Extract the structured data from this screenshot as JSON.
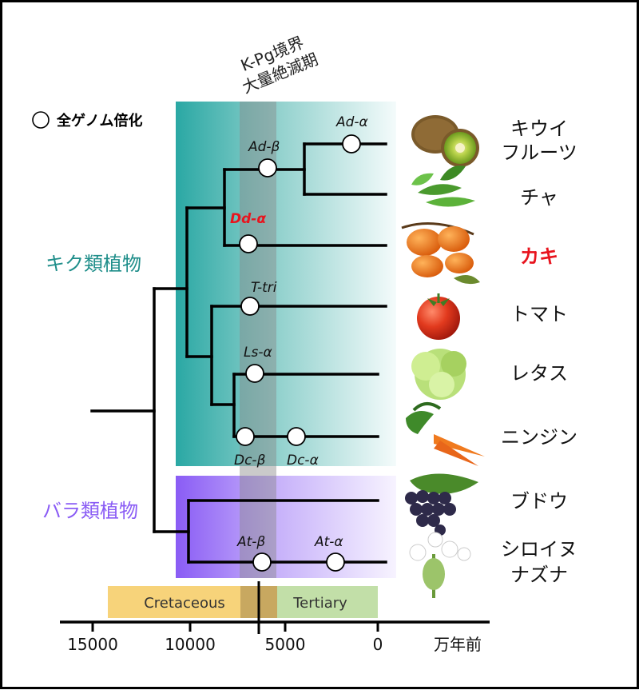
{
  "legend": {
    "label": "全ゲノム倍化"
  },
  "kpg": {
    "line1": "K-Pg境界",
    "line2": "大量絶滅期"
  },
  "clades": {
    "asterids": "キク類植物",
    "rosids": "バラ類植物"
  },
  "events": {
    "ad_alpha": "Ad-α",
    "ad_beta": "Ad-β",
    "dd_alpha": "Dd-α",
    "t_tri": "T-tri",
    "ls_alpha": "Ls-α",
    "dc_beta": "Dc-β",
    "dc_alpha": "Dc-α",
    "at_beta": "At-β",
    "at_alpha": "At-α"
  },
  "species": {
    "kiwi_1": "キウイ",
    "kiwi_2": "フルーツ",
    "tea": "チャ",
    "persimmon": "カキ",
    "tomato": "トマト",
    "lettuce": "レタス",
    "carrot": "ニンジン",
    "grape": "ブドウ",
    "arabidopsis_1": "シロイヌ",
    "arabidopsis_2": "ナズナ"
  },
  "periods": {
    "cretaceous": "Cretaceous",
    "tertiary": "Tertiary"
  },
  "axis": {
    "unit": "万年前",
    "ticks": [
      "15000",
      "10000",
      "5000",
      "0"
    ]
  },
  "colors": {
    "asterid_teal": "#2aa8a4",
    "rosid_purple": "#8a5cf5",
    "kpg_gray": "#8a8a8a",
    "cretaceous": "#f7d37a",
    "tertiary": "#c2dfa8",
    "highlight_red": "#e8141e"
  }
}
